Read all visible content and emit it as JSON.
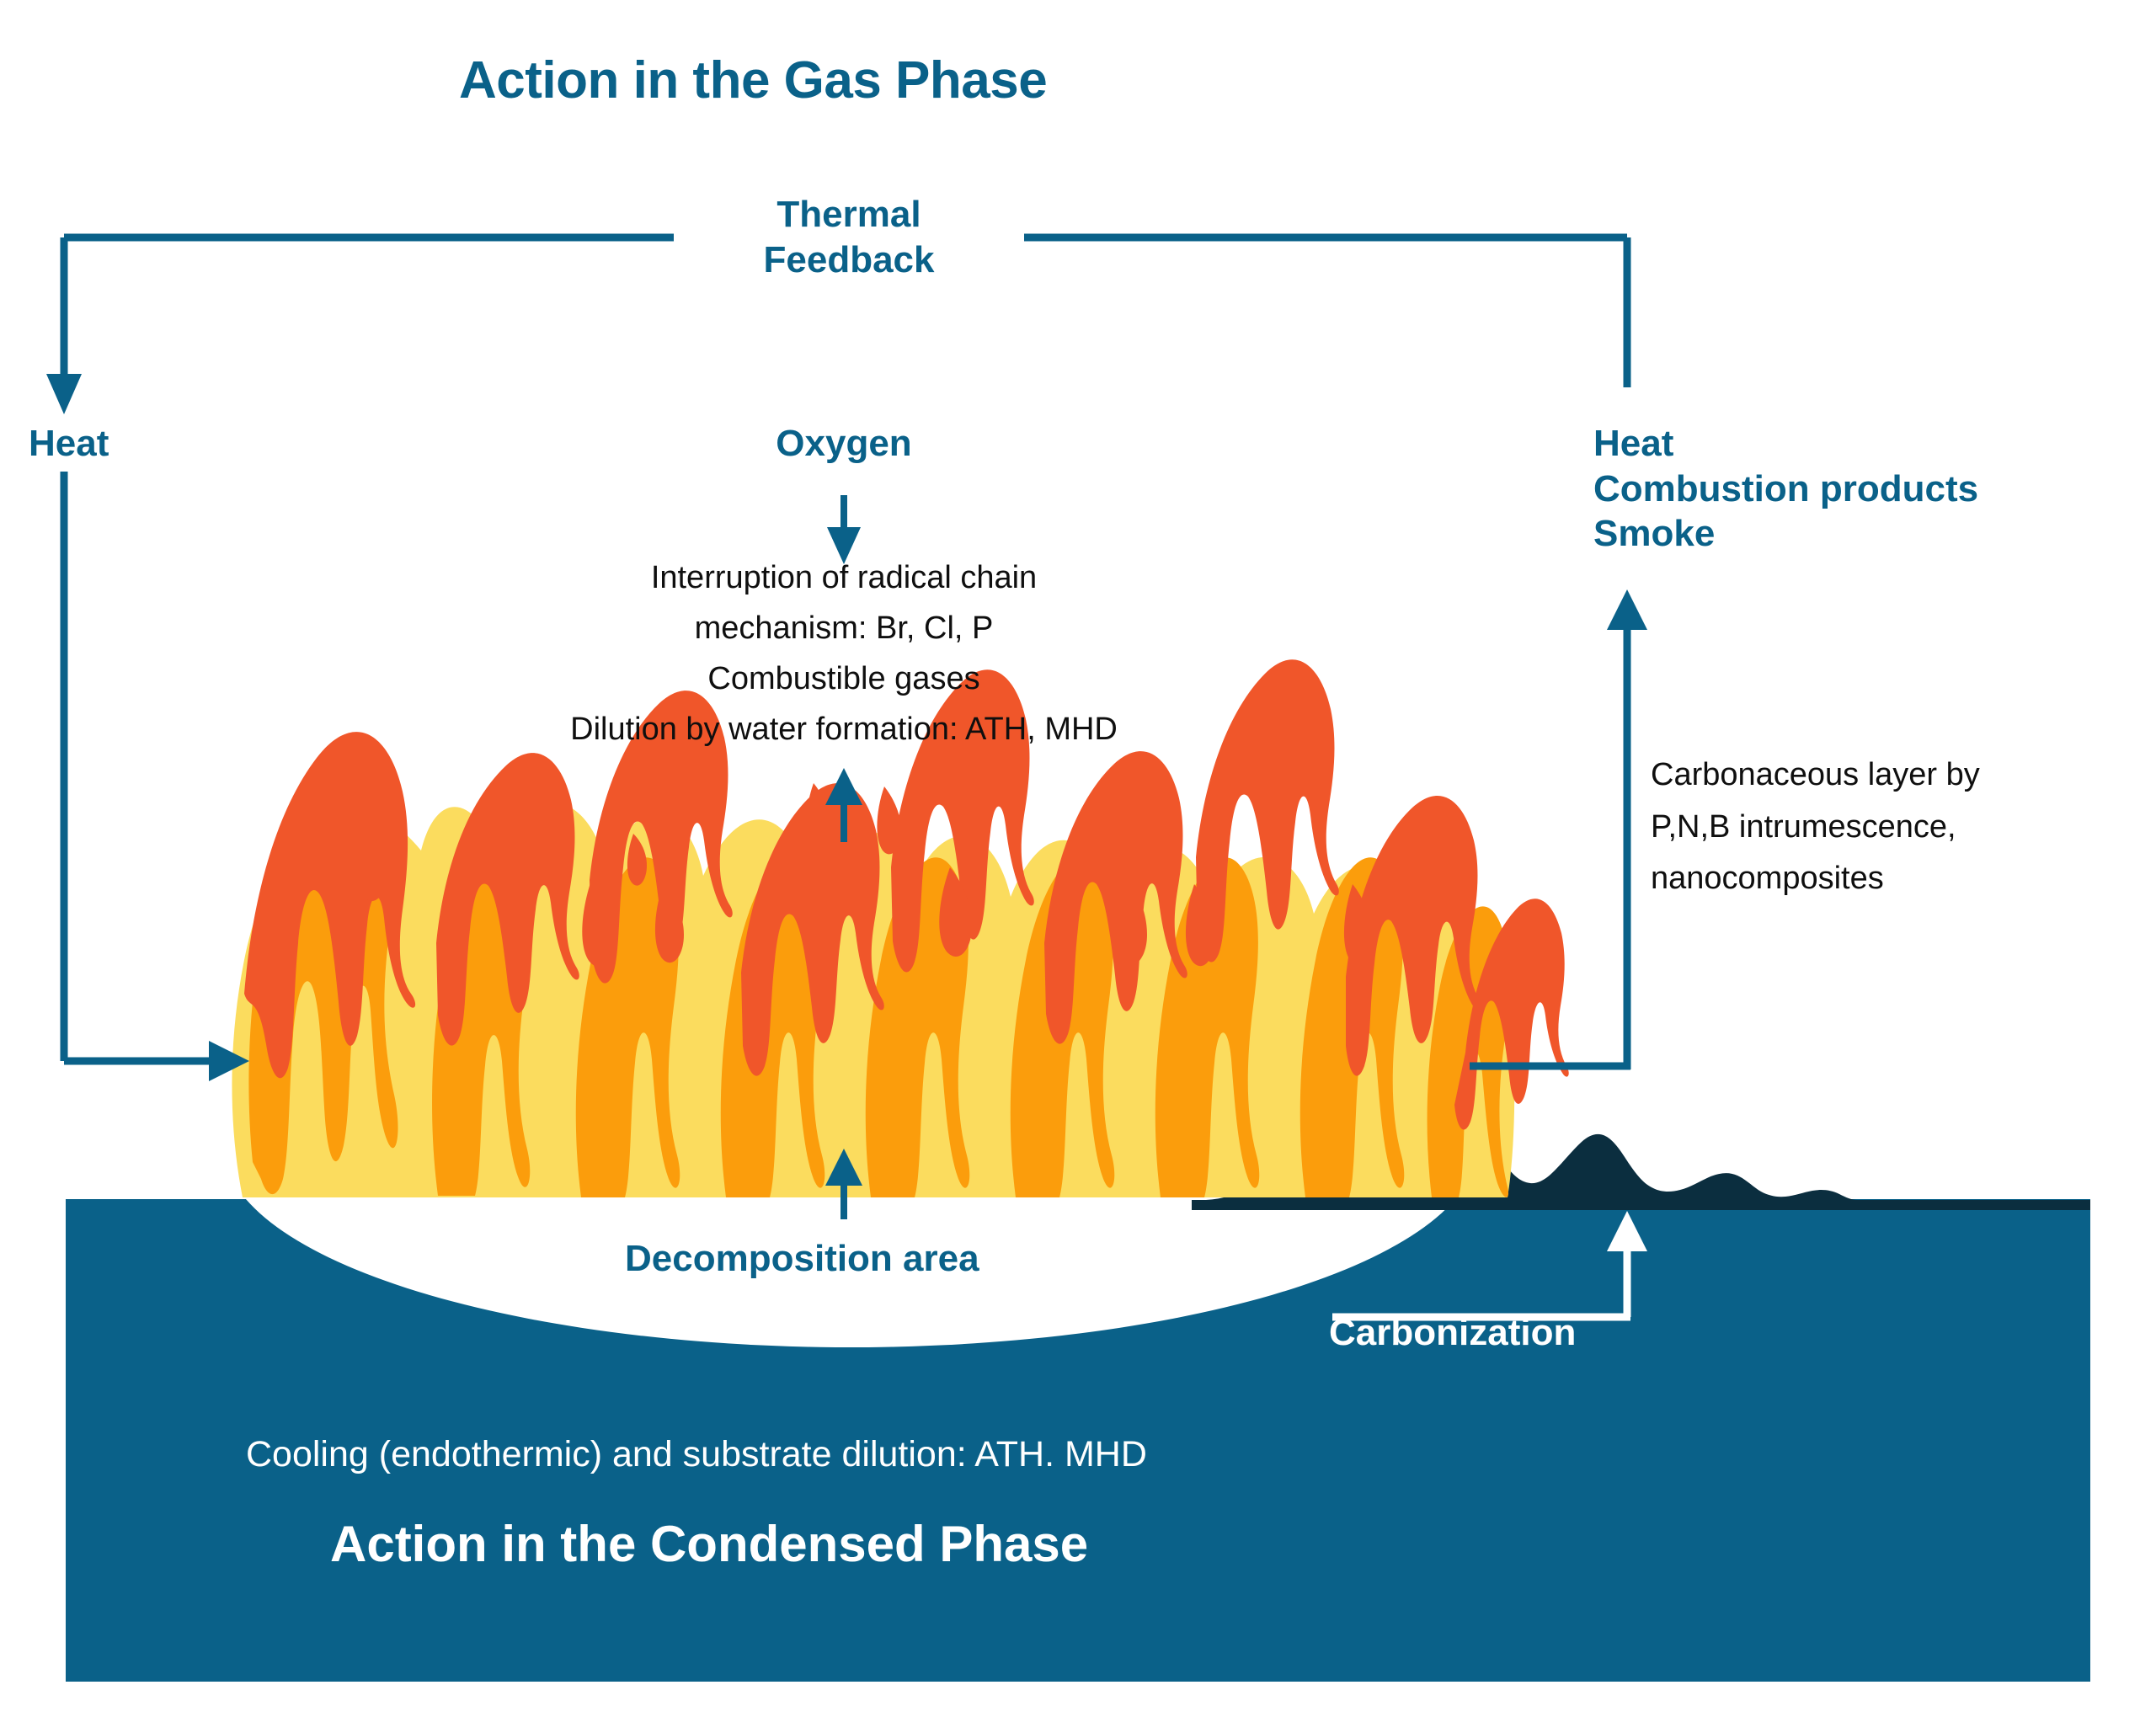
{
  "colors": {
    "blue": "#0a6189",
    "blue_block": "#0a6189",
    "char_dark": "#0b2e3f",
    "flame_red": "#f0562a",
    "flame_orange": "#fb9d0c",
    "flame_yellow": "#fbdc5e",
    "white": "#ffffff",
    "black_text": "#0f0f0f"
  },
  "title": "Action in the Gas Phase",
  "thermal_feedback": {
    "line1": "Thermal",
    "line2": "Feedback"
  },
  "left": {
    "heat_label": "Heat"
  },
  "center": {
    "oxygen_label": "Oxygen",
    "mechanism_lines": [
      "Interruption of radical chain",
      "mechanism: Br, Cl, P",
      "Combustible gases",
      "Dilution by water formation: ATH, MHD"
    ],
    "decomposition_label": "Decomposition area"
  },
  "right": {
    "out_lines": [
      "Heat",
      "Combustion products",
      "Smoke"
    ],
    "carbonaceous_lines": [
      "Carbonaceous layer by",
      "P,N,B intrumescence,",
      "nanocomposites"
    ],
    "carbonization_label": "Carbonization"
  },
  "bottom": {
    "cooling_text": "Cooling (endothermic) and substrate dilution: ATH. MHD",
    "condensed_title": "Action in the Condensed Phase"
  },
  "icons": {
    "arrow_down": "arrow-down-icon",
    "arrow_up": "arrow-up-icon",
    "arrow_right": "arrow-right-icon"
  }
}
